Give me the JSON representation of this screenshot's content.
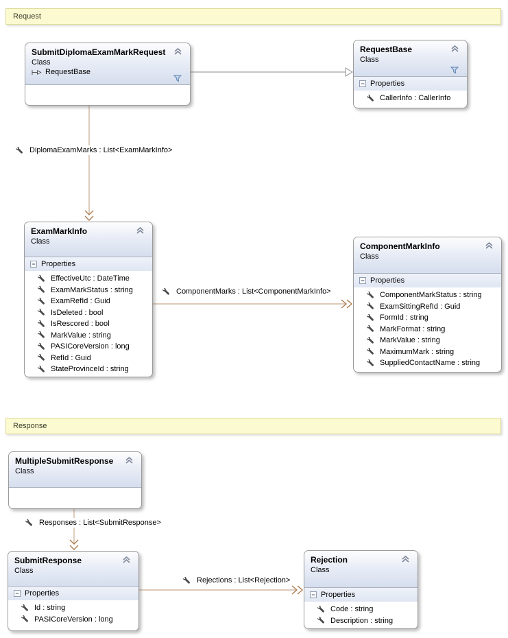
{
  "sections": {
    "request": "Request",
    "response": "Response"
  },
  "labels": {
    "properties": "Properties"
  },
  "classes": {
    "submitDiplomaExamMarkRequest": {
      "name": "SubmitDiplomaExamMarkRequest",
      "kind": "Class",
      "base": "RequestBase"
    },
    "requestBase": {
      "name": "RequestBase",
      "kind": "Class",
      "properties": [
        "CallerInfo : CallerInfo"
      ]
    },
    "examMarkInfo": {
      "name": "ExamMarkInfo",
      "kind": "Class",
      "properties": [
        "EffectiveUtc : DateTime",
        "ExamMarkStatus : string",
        "ExamRefId : Guid",
        "IsDeleted : bool",
        "IsRescored : bool",
        "MarkValue : string",
        "PASICoreVersion : long",
        "RefId : Guid",
        "StateProvinceId : string"
      ]
    },
    "componentMarkInfo": {
      "name": "ComponentMarkInfo",
      "kind": "Class",
      "properties": [
        "ComponentMarkStatus : string",
        "ExamSittingRefId : Guid",
        "FormId : string",
        "MarkFormat : string",
        "MarkValue : string",
        "MaximumMark : string",
        "SuppliedContactName : string"
      ]
    },
    "multipleSubmitResponse": {
      "name": "MultipleSubmitResponse",
      "kind": "Class"
    },
    "submitResponse": {
      "name": "SubmitResponse",
      "kind": "Class",
      "properties": [
        "Id : string",
        "PASICoreVersion : long"
      ]
    },
    "rejection": {
      "name": "Rejection",
      "kind": "Class",
      "properties": [
        "Code : string",
        "Description : string"
      ]
    }
  },
  "associations": {
    "diplomaExamMarks": "DiplomaExamMarks : List<ExamMarkInfo>",
    "componentMarks": "ComponentMarks : List<ComponentMarkInfo>",
    "responses": "Responses : List<SubmitResponse>",
    "rejections": "Rejections : List<Rejection>"
  },
  "colors": {
    "banner_bg": "#fbfad1",
    "banner_border": "#dfdc9b",
    "box_border": "#9b9b9b",
    "header_gradient_end": "#d5deee",
    "properties_band": "#e4eaf4",
    "association_line": "#c9ab8e",
    "association_arrow": "#ad7d52",
    "inheritance_line": "#a2a2a2"
  }
}
